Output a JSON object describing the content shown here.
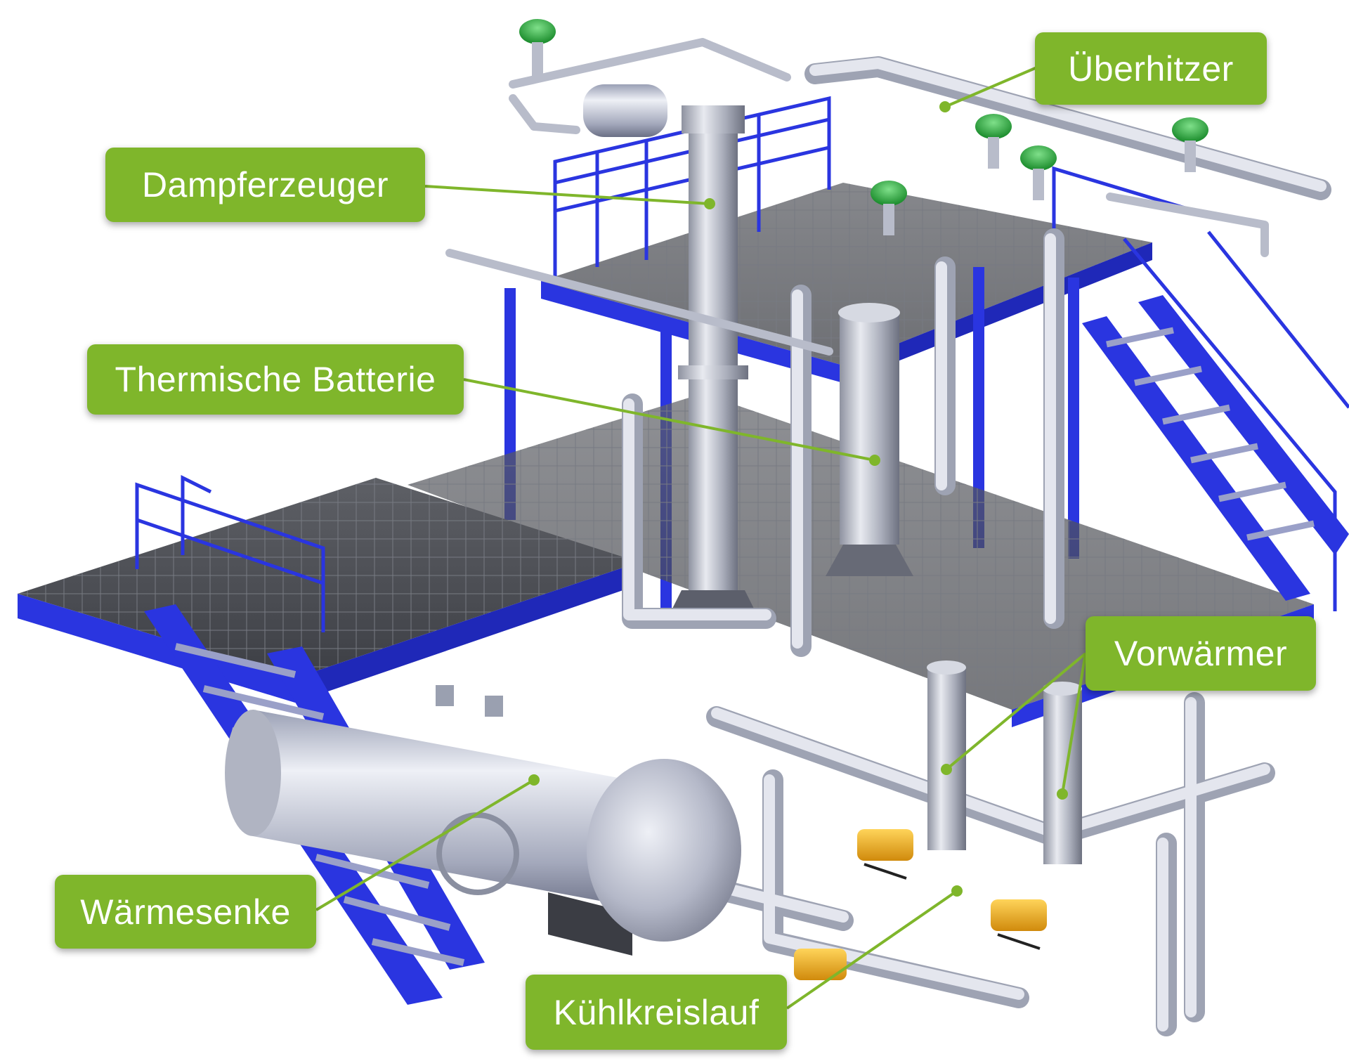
{
  "labels": {
    "ueberhitzer": "Überhitzer",
    "dampferzeuger": "Dampferzeuger",
    "thermische_batterie": "Thermische Batterie",
    "vorwaermer": "Vorwärmer",
    "waermesenke": "Wärmesenke",
    "kuehlkreislauf": "Kühlkreislauf"
  },
  "colors": {
    "label_background": "#7fb62b",
    "label_text": "#ffffff",
    "leader_line": "#7fb62b",
    "steel_frame": "#2a35e0",
    "piping": "#c9ccd6",
    "pump": "#f0b21c",
    "valve_actuator": "#3cb34a"
  }
}
